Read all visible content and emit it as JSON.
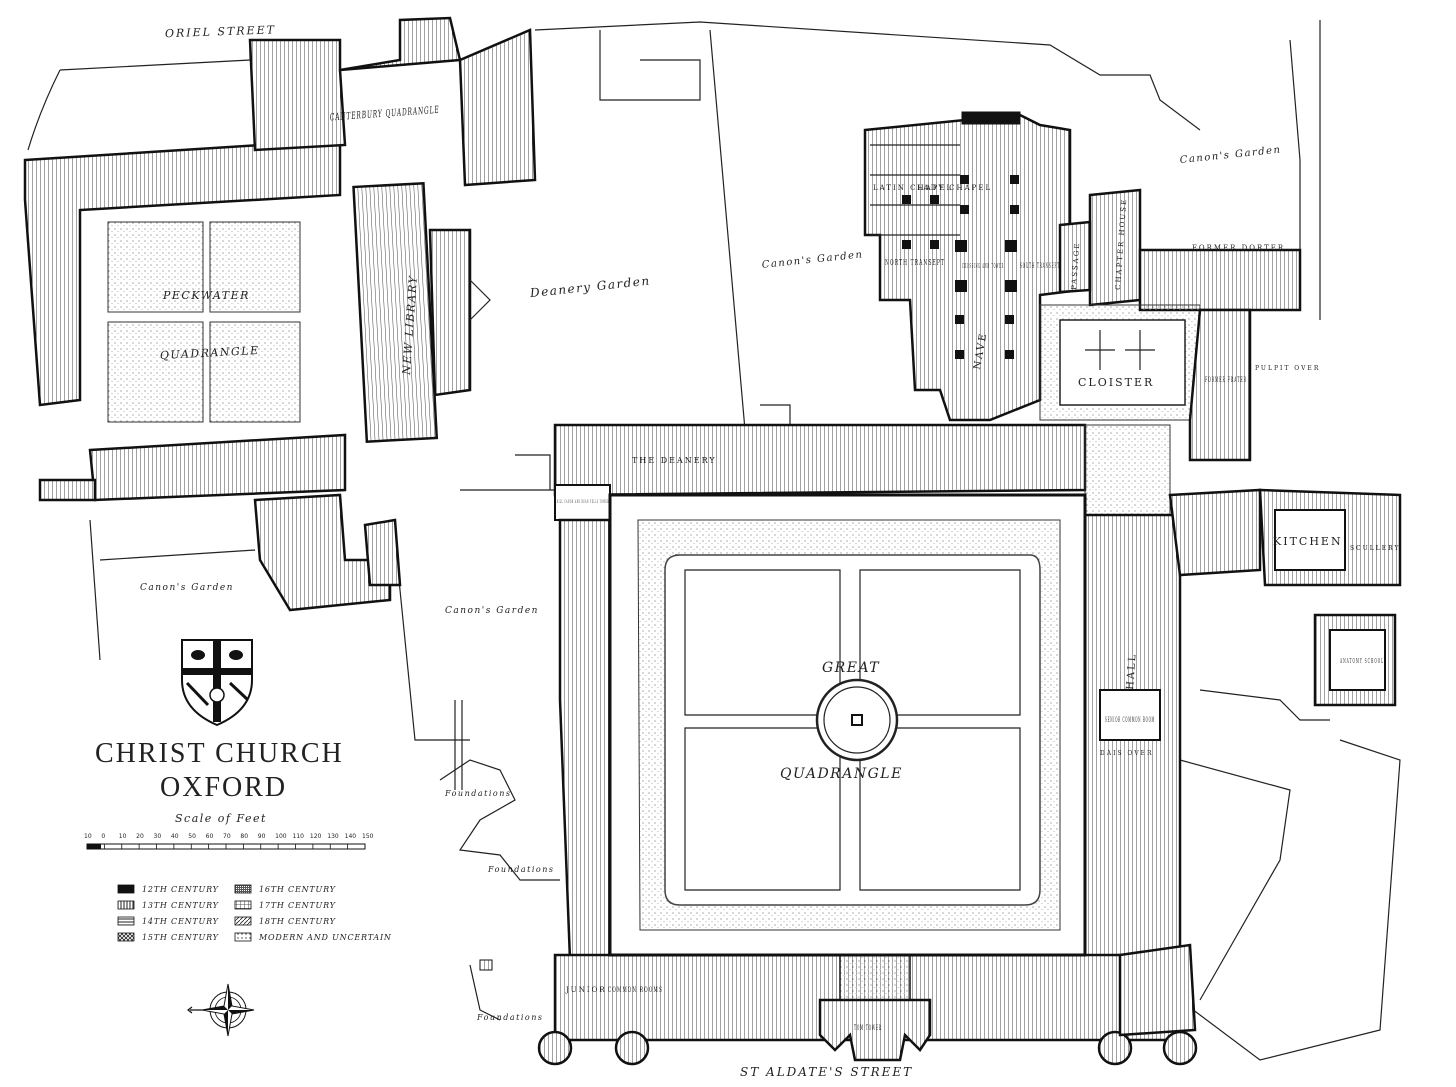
{
  "title": {
    "line1": "CHRIST CHURCH",
    "line2": "OXFORD"
  },
  "scale": {
    "label": "Scale of Feet",
    "ticks": [
      "10",
      "0",
      "10",
      "20",
      "30",
      "40",
      "50",
      "60",
      "70",
      "80",
      "90",
      "100",
      "110",
      "120",
      "130",
      "140",
      "150"
    ]
  },
  "legend": [
    {
      "label": "12TH CENTURY",
      "pattern": "solid"
    },
    {
      "label": "13TH CENTURY",
      "pattern": "vlines"
    },
    {
      "label": "14TH CENTURY",
      "pattern": "hlines"
    },
    {
      "label": "15TH CENTURY",
      "pattern": "cross"
    },
    {
      "label": "16TH CENTURY",
      "pattern": "dense"
    },
    {
      "label": "17TH CENTURY",
      "pattern": "grid"
    },
    {
      "label": "18TH CENTURY",
      "pattern": "diag"
    },
    {
      "label": "MODERN AND UNCERTAIN",
      "pattern": "dots"
    }
  ],
  "streets": {
    "north": "ORIEL STREET",
    "south": "ST ALDATE'S STREET"
  },
  "labels": {
    "canterbury": "CANTERBURY QUADRANGLE",
    "peckwater_1": "PECKWATER",
    "peckwater_2": "QUADRANGLE",
    "new_library": "NEW LIBRARY",
    "deanery_garden": "Deanery Garden",
    "canons_garden_1": "Canon's Garden",
    "canons_garden_2": "Canon's Garden",
    "canons_garden_3": "Canon's Garden",
    "canons_garden_4": "Canon's Garden",
    "latin_chapel": "LATIN CHAPEL",
    "lady_chapel": "LADY CHAPEL",
    "north_transept": "NORTH TRANSEPT",
    "crossing": "CROSSING AND TOWER",
    "south_transept": "SOUTH TRANSEPT",
    "nave": "NAVE",
    "passage": "PASSAGE",
    "chapter_house": "CHAPTER HOUSE",
    "former_dorter": "FORMER DORTER",
    "cloister": "CLOISTER",
    "former_frater": "FORMER FRATER",
    "pulpit_over": "PULPIT OVER",
    "the_deanery": "THE DEANERY",
    "kill_canon": "KILL CANON AND DEAN FELLS TOWER",
    "kitchen": "KITCHEN",
    "scullery": "SCULLERY",
    "anatomy_school": "ANATOMY SCHOOL",
    "hall": "HALL",
    "senior_common_room": "SENIOR COMMON ROOM",
    "dais_over": "DAIS OVER",
    "great": "GREAT",
    "quadrangle": "QUADRANGLE",
    "junior": "JUNIOR",
    "common_rooms": "COMMON ROOMS",
    "tom_tower": "TOM TOWER",
    "foundations_1": "Foundations",
    "foundations_2": "Foundations",
    "foundations_3": "Foundations"
  }
}
